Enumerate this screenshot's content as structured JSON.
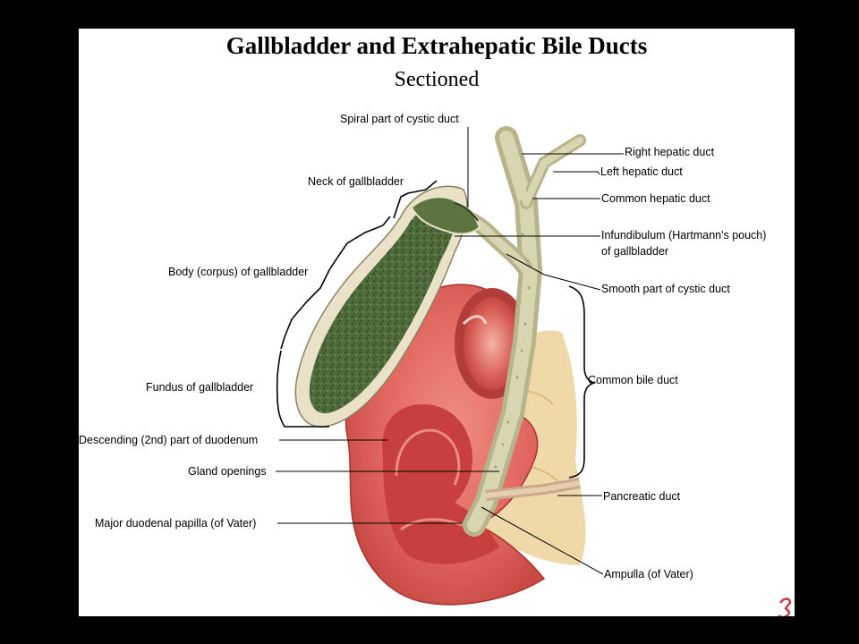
{
  "title": "Gallbladder and Extrahepatic Bile Ducts",
  "subtitle": "Sectioned",
  "labels": {
    "spiral_cystic": "Spiral part of cystic duct",
    "neck": "Neck of gallbladder",
    "body": "Body (corpus) of gallbladder",
    "fundus": "Fundus of gallbladder",
    "descending_duodenum": "Descending (2nd) part of duodenum",
    "gland_openings": "Gland openings",
    "major_papilla": "Major duodenal papilla (of Vater)",
    "right_hepatic": "Right hepatic duct",
    "left_hepatic": "Left hepatic duct",
    "common_hepatic": "Common hepatic duct",
    "infundibulum_line1": "Infundibulum (Hartmann's pouch)",
    "infundibulum_line2": "of gallbladder",
    "smooth_cystic": "Smooth part of cystic duct",
    "common_bile": "Common bile duct",
    "pancreatic": "Pancreatic duct",
    "ampulla": "Ampulla (of Vater)"
  },
  "colors": {
    "background": "#000000",
    "canvas": "#ffffff",
    "gallbladder_mucosa": "#4f6b3a",
    "gallbladder_wall": "#e9e2c8",
    "duodenum": "#e2685f",
    "duodenum_inner": "#c7403d",
    "duct": "#c6c49a",
    "pancreas": "#f0d9a8"
  }
}
